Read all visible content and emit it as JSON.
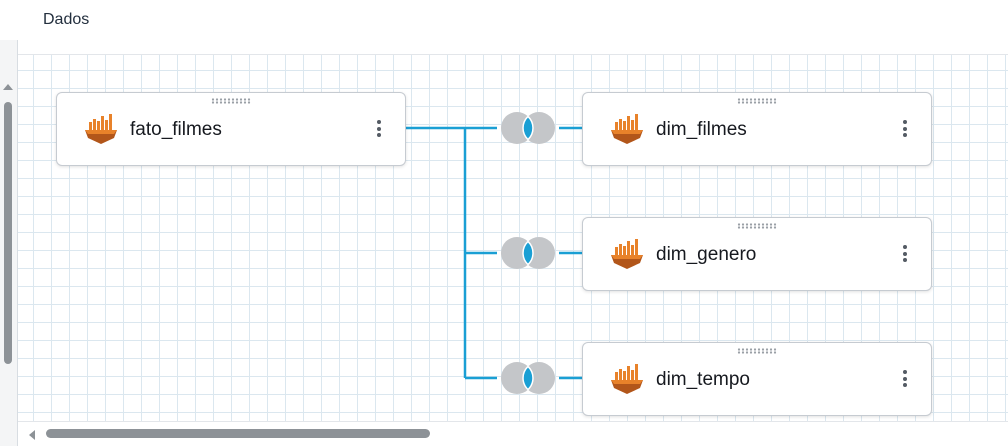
{
  "header": {
    "title": "Dados"
  },
  "nodes": [
    {
      "id": "fato_filmes",
      "label": "fato_filmes",
      "icon": "aws-athena-icon"
    },
    {
      "id": "dim_filmes",
      "label": "dim_filmes",
      "icon": "aws-athena-icon"
    },
    {
      "id": "dim_genero",
      "label": "dim_genero",
      "icon": "aws-athena-icon"
    },
    {
      "id": "dim_tempo",
      "label": "dim_tempo",
      "icon": "aws-athena-icon"
    }
  ],
  "joins": [
    {
      "from": "fato_filmes",
      "to": "dim_filmes",
      "icon": "inner-join-icon"
    },
    {
      "from": "fato_filmes",
      "to": "dim_genero",
      "icon": "inner-join-icon"
    },
    {
      "from": "fato_filmes",
      "to": "dim_tempo",
      "icon": "inner-join-icon"
    }
  ],
  "colors": {
    "connector": "#1a9fd4",
    "join_circle": "#c4c6c9",
    "join_overlap": "#1a9fd4",
    "icon_orange": "#e8822a",
    "icon_dark": "#b2561a"
  }
}
